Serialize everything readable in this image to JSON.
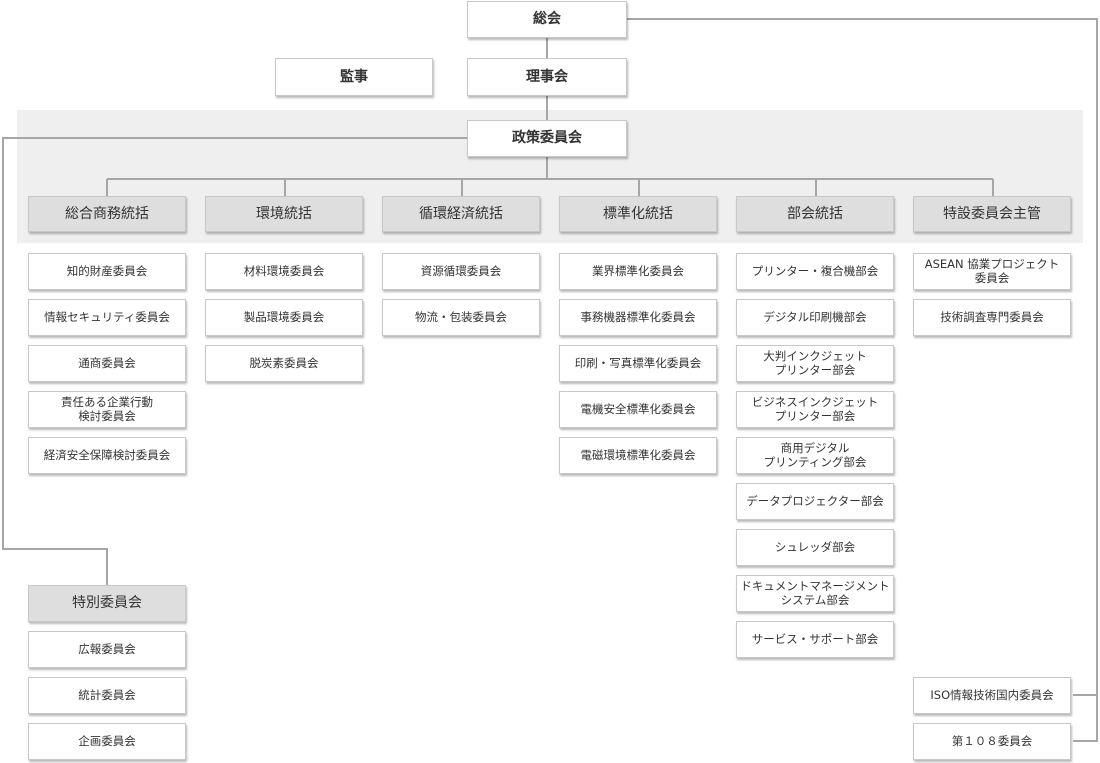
{
  "top": {
    "general_meeting": "総会",
    "auditor": "監事",
    "board": "理事会",
    "policy_committee": "政策委員会"
  },
  "columns": [
    {
      "header": "総合商務統括",
      "items": [
        "知的財産委員会",
        "情報セキュリティ委員会",
        "通商委員会",
        "責任ある企業行動\n検討委員会",
        "経済安全保障検討委員会"
      ]
    },
    {
      "header": "環境統括",
      "items": [
        "材料環境委員会",
        "製品環境委員会",
        "脱炭素委員会"
      ]
    },
    {
      "header": "循環経済統括",
      "items": [
        "資源循環委員会",
        "物流・包装委員会"
      ]
    },
    {
      "header": "標準化統括",
      "items": [
        "業界標準化委員会",
        "事務機器標準化委員会",
        "印刷・写真標準化委員会",
        "電機安全標準化委員会",
        "電磁環境標準化委員会"
      ]
    },
    {
      "header": "部会統括",
      "items": [
        "プリンター・複合機部会",
        "デジタル印刷機部会",
        "大判インクジェット\nプリンター部会",
        "ビジネスインクジェット\nプリンター部会",
        "商用デジタル\nプリンティング部会",
        "データプロジェクター部会",
        "シュレッダ部会",
        "ドキュメントマネージメント\nシステム部会",
        "サービス・サポート部会"
      ]
    },
    {
      "header": "特設委員会主管",
      "items": [
        "ASEAN 協業プロジェクト\n委員会",
        "技術調査専門委員会"
      ]
    }
  ],
  "special": {
    "header": "特別委員会",
    "items": [
      "広報委員会",
      "統計委員会",
      "企画委員会"
    ]
  },
  "direct": [
    "ISO情報技術国内委員会",
    "第１０８委員会"
  ]
}
